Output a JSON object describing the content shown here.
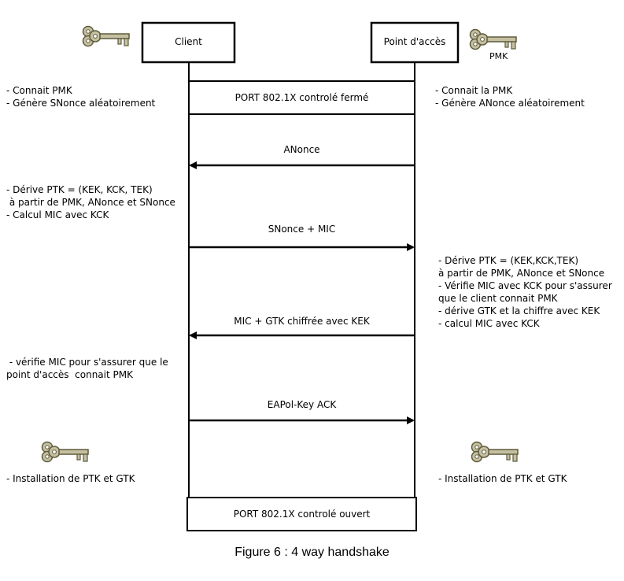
{
  "actors": {
    "client": "Client",
    "access_point": "Point d'accès"
  },
  "pmk_label": "PMK",
  "port_closed": "PORT 802.1X controlé fermé",
  "port_open": "PORT 802.1X controlé ouvert",
  "messages": [
    "ANonce",
    "SNonce + MIC",
    "MIC + GTK chiffrée avec KEK",
    "EAPol-Key ACK"
  ],
  "client_notes": {
    "initial": [
      "- Connait PMK",
      "- Génère SNonce aléatoirement"
    ],
    "derive": [
      "- Dérive PTK = (KEK, KCK, TEK)",
      " à partir de PMK, ANonce et SNonce",
      "- Calcul MIC avec KCK"
    ],
    "verify": [
      " - vérifie MIC pour s'assurer que le",
      "point d'accès  connait PMK"
    ],
    "install": "- Installation de PTK et GTK"
  },
  "ap_notes": {
    "initial": [
      "- Connait la PMK",
      "- Génère ANonce aléatoirement"
    ],
    "derive": [
      "- Dérive PTK = (KEK,KCK,TEK)",
      "à partir de PMK, ANonce et SNonce",
      "- Vérifie MIC avec KCK pour s'assurer",
      "que le client connait PMK",
      "- dérive GTK et la chiffre avec KEK",
      "- calcul MIC avec KCK"
    ],
    "install": "- Installation de PTK et GTK"
  },
  "caption": "Figure 6 : 4 way handshake",
  "colors": {
    "line": "#000000",
    "key_fill": "#c6c0a2",
    "key_stroke": "#5e5a3c"
  }
}
